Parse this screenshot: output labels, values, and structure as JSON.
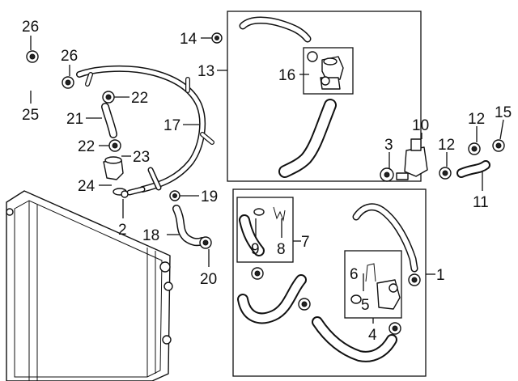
{
  "diagram": {
    "callouts": [
      "26",
      "26",
      "25",
      "14",
      "13",
      "16",
      "22",
      "21",
      "17",
      "22",
      "23",
      "24",
      "2",
      "19",
      "18",
      "20",
      "3",
      "10",
      "12",
      "12",
      "15",
      "11",
      "9",
      "8",
      "7",
      "6",
      "5",
      "4",
      "1"
    ]
  },
  "colors": {
    "ink": "#111111",
    "background": "#ffffff"
  }
}
